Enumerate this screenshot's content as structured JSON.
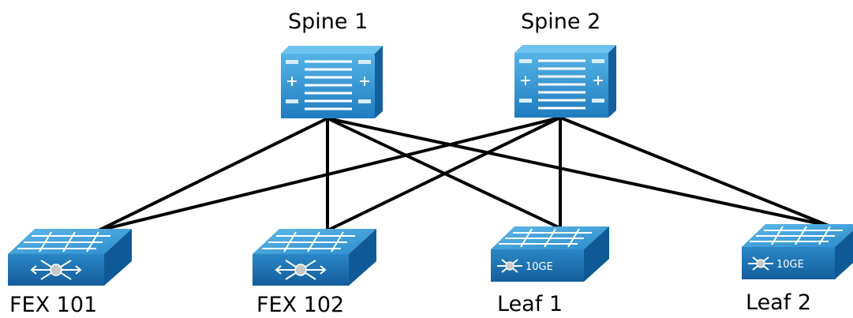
{
  "nodes": {
    "spine1": {
      "label": "Spine 1",
      "kind": "spine-switch-icon"
    },
    "spine2": {
      "label": "Spine 2",
      "kind": "spine-switch-icon"
    },
    "fex101": {
      "label": "FEX 101",
      "kind": "fex-switch-icon"
    },
    "fex102": {
      "label": "FEX 102",
      "kind": "fex-switch-icon"
    },
    "leaf1": {
      "label": "Leaf 1",
      "kind": "leaf-switch-icon",
      "badge": "10GE"
    },
    "leaf2": {
      "label": "Leaf 2",
      "kind": "leaf-switch-icon",
      "badge": "10GE"
    }
  },
  "links": [
    [
      "spine1",
      "fex101"
    ],
    [
      "spine1",
      "fex102"
    ],
    [
      "spine1",
      "leaf1"
    ],
    [
      "spine1",
      "leaf2"
    ],
    [
      "spine2",
      "fex101"
    ],
    [
      "spine2",
      "fex102"
    ],
    [
      "spine2",
      "leaf1"
    ],
    [
      "spine2",
      "leaf2"
    ]
  ],
  "colors": {
    "device_top": "#3f9fd6",
    "device_front": "#1d73b6",
    "device_side": "#0f5a96",
    "device_lines": "#ffffff",
    "link": "#000000"
  }
}
